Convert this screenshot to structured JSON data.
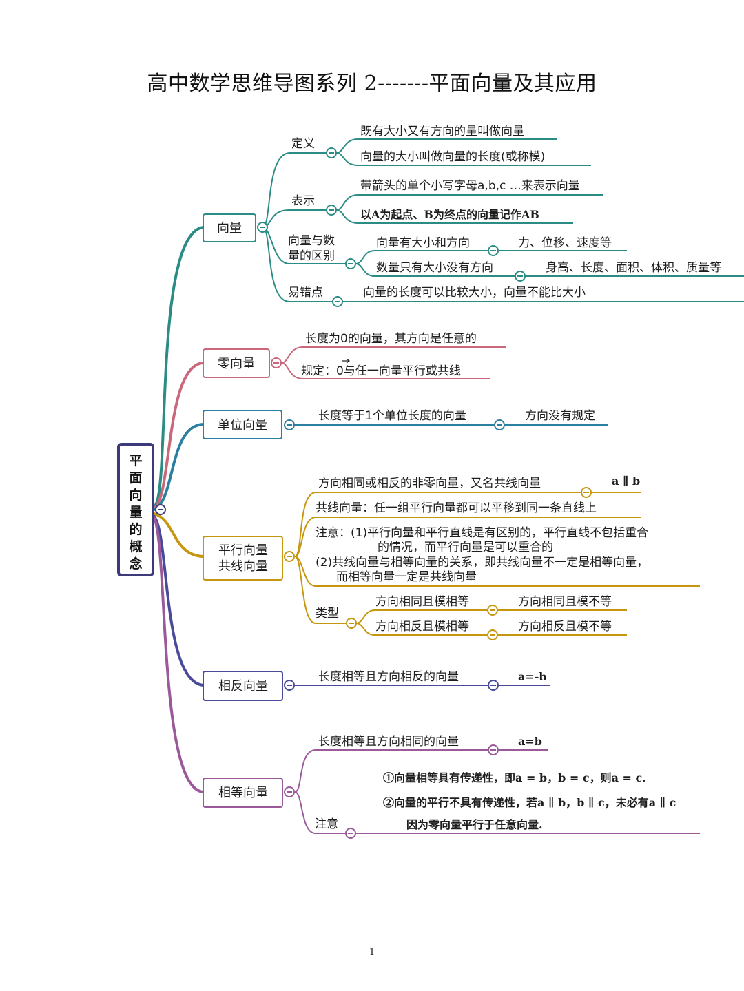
{
  "title": "高中数学思维导图系列 2-------平面向量及其应用",
  "page_number": "1",
  "colors": {
    "root": "#3d3a7c",
    "vector": "#2a8c85",
    "zero": "#c8687a",
    "unit": "#2b7fa0",
    "parallel": "#c7960f",
    "opposite": "#4a4a9a",
    "equal": "#9a5a9a"
  },
  "root": {
    "label": "平面向量的概念",
    "chars": [
      "平",
      "面",
      "向",
      "量",
      "的",
      "概",
      "念"
    ]
  },
  "vector": {
    "label": "向量",
    "definition": {
      "label": "定义",
      "items": [
        "既有大小又有方向的量叫做向量",
        "向量的大小叫做向量的长度(或称模)"
      ]
    },
    "representation": {
      "label": "表示",
      "items": [
        "带箭头的单个小写字母a,b,c …来表示向量",
        "以A为起点、B为终点的向量记作AB"
      ]
    },
    "difference": {
      "label_line1": "向量与数",
      "label_line2": "量的区别",
      "vector_item": "向量有大小和方向",
      "vector_examples": "力、位移、速度等",
      "scalar_item": "数量只有大小没有方向",
      "scalar_examples": "身高、长度、面积、体积、质量等"
    },
    "pitfall": {
      "label": "易错点",
      "item": "向量的长度可以比较大小，向量不能比大小"
    }
  },
  "zero_vector": {
    "label": "零向量",
    "items": [
      "长度为0的向量，其方向是任意的",
      "规定：0与任一向量平行或共线"
    ]
  },
  "unit_vector": {
    "label": "单位向量",
    "item": "长度等于1个单位长度的向量",
    "note": "方向没有规定"
  },
  "parallel_vector": {
    "label_line1": "平行向量",
    "label_line2": "共线向量",
    "item1": "方向相同或相反的非零向量，又名共线向量",
    "item1_symbol": "a ∥ b",
    "item2": "共线向量：任一组平行向量都可以平移到同一条直线上",
    "note_lines": [
      "注意：(1)平行向量和平行直线是有区别的，平行直线不包括重合",
      "的情况，而平行向量是可以重合的",
      "(2)共线向量与相等向量的关系，即共线向量不一定是相等向量，",
      "而相等向量一定是共线向量"
    ],
    "types": {
      "label": "类型",
      "same_equal": "方向相同且模相等",
      "same_unequal": "方向相同且模不等",
      "opp_equal": "方向相反且模相等",
      "opp_unequal": "方向相反且模不等"
    }
  },
  "opposite_vector": {
    "label": "相反向量",
    "item": "长度相等且方向相反的向量",
    "symbol": "a=-b"
  },
  "equal_vector": {
    "label": "相等向量",
    "item": "长度相等且方向相同的向量",
    "symbol": "a=b",
    "note_label": "注意",
    "note_lines": [
      "①向量相等具有传递性，即a = b，b = c，则a = c.",
      "②向量的平行不具有传递性，若a ∥ b，b ∥ c，未必有a ∥ c",
      "因为零向量平行于任意向量."
    ]
  }
}
